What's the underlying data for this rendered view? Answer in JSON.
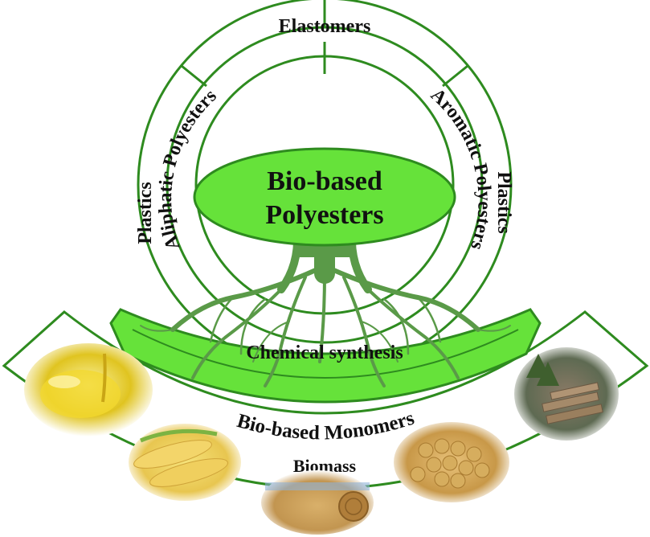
{
  "center": {
    "line1": "Bio-based",
    "line2": "Polyesters"
  },
  "inner_ring": {
    "left": "Aliphatic Polyesters",
    "right": "Aromatic Polyesters"
  },
  "outer_ring": {
    "top": "Elastomers",
    "left": "Plastics",
    "right": "Plastics"
  },
  "roots_label": "Chemical synthesis",
  "band_label": "Bio-based Monomers",
  "biomass_label": "Biomass",
  "biomass_images": [
    "vegetable-oil",
    "corn",
    "hay-bales",
    "soybeans",
    "timber-logs"
  ],
  "colors": {
    "green_outline": "#2e8b1f",
    "green_fill": "#66e23a",
    "tree_green": "#5a9a48",
    "text": "#111111"
  }
}
